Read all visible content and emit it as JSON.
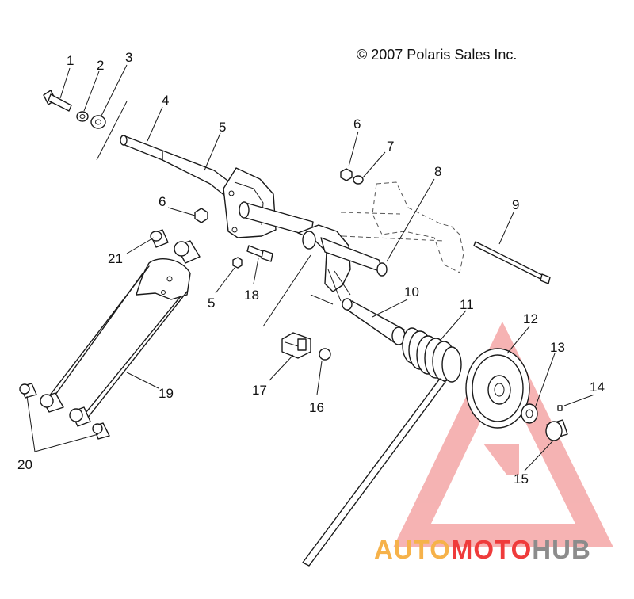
{
  "copyright": "© 2007 Polaris Sales Inc.",
  "callouts": {
    "c1": "1",
    "c2": "2",
    "c3": "3",
    "c4": "4",
    "c5a": "5",
    "c6a": "6",
    "c7": "7",
    "c8": "8",
    "c6b": "6",
    "c9": "9",
    "c21": "21",
    "c5b": "5",
    "c18": "18",
    "c10": "10",
    "c11": "11",
    "c12": "12",
    "c13": "13",
    "c14": "14",
    "c19": "19",
    "c17": "17",
    "c16": "16",
    "c15": "15",
    "c20": "20"
  },
  "watermark": {
    "part1": "AUTO",
    "part2": "MOTO",
    "part3": "HUB",
    "colors": {
      "auto": "#f6b24a",
      "moto": "#ef3b3b",
      "hub": "#8c8c8c",
      "triangle": "#f4a6a6"
    }
  }
}
